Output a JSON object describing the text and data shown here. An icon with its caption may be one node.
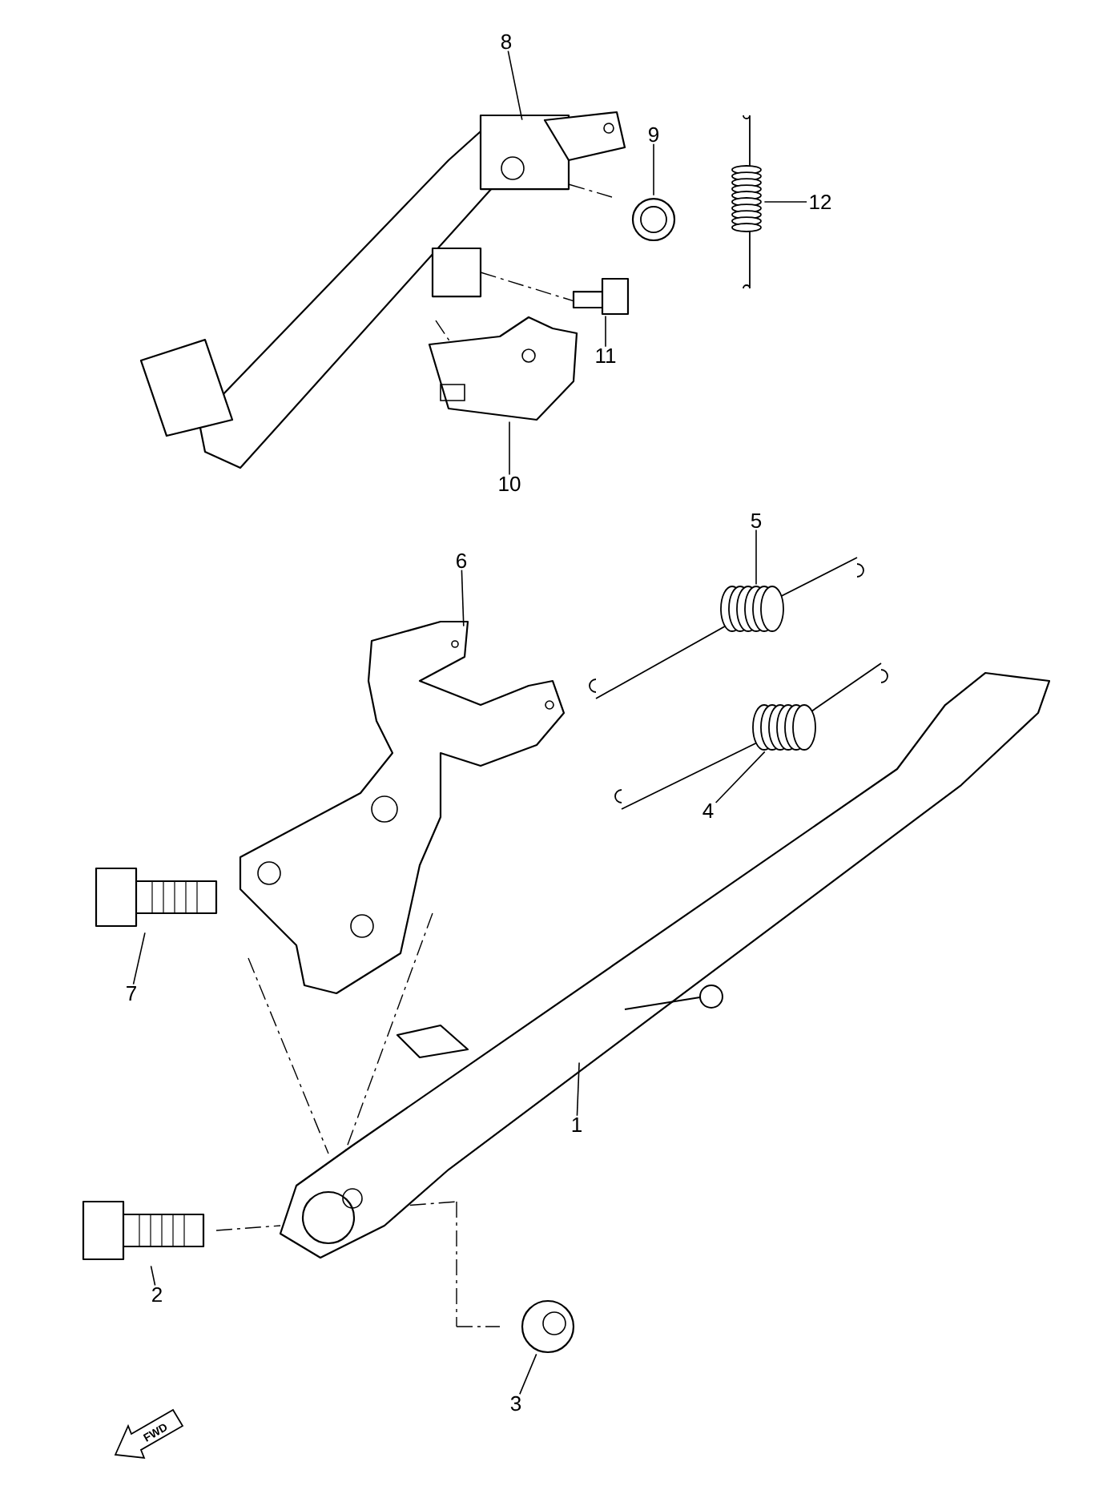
{
  "diagram": {
    "nodes": [
      {
        "text": [
          "8"
        ]
      },
      {
        "text": [],
        "shape": "picture"
      },
      {
        "text": [
          "9"
        ]
      },
      {
        "text": [],
        "shape": "picture"
      },
      {
        "text": [
          "12"
        ]
      },
      {
        "text": [],
        "shape": "picture"
      },
      {
        "text": [
          "11"
        ]
      },
      {
        "text": [],
        "shape": "picture"
      },
      {
        "text": [
          "10"
        ]
      },
      {
        "text": [],
        "shape": "picture"
      },
      {
        "text": [
          "5"
        ]
      },
      {
        "text": [],
        "shape": "picture"
      },
      {
        "text": [
          "6"
        ]
      },
      {
        "text": [],
        "shape": "picture"
      },
      {
        "text": [
          "4"
        ]
      },
      {
        "text": [],
        "shape": "picture"
      },
      {
        "text": [
          "7"
        ]
      },
      {
        "text": [],
        "shape": "picture"
      },
      {
        "text": [
          "1"
        ]
      },
      {
        "text": [],
        "shape": "picture"
      },
      {
        "text": [
          "2"
        ]
      },
      {
        "text": [],
        "shape": "picture"
      },
      {
        "text": [
          "3"
        ]
      },
      {
        "text": [],
        "shape": "picture"
      }
    ],
    "edges": [
      {
        "from": 0,
        "to": 1,
        "arrow": "none"
      },
      {
        "from": 2,
        "to": 3,
        "arrow": "none"
      },
      {
        "from": 4,
        "to": 5,
        "arrow": "none"
      },
      {
        "from": 6,
        "to": 7,
        "arrow": "none"
      },
      {
        "from": 8,
        "to": 9,
        "arrow": "none"
      },
      {
        "from": 10,
        "to": 11,
        "arrow": "none"
      },
      {
        "from": 12,
        "to": 13,
        "arrow": "none"
      },
      {
        "from": 14,
        "to": 15,
        "arrow": "none"
      },
      {
        "from": 16,
        "to": 17,
        "arrow": "none"
      },
      {
        "from": 18,
        "to": 19,
        "arrow": "none"
      },
      {
        "from": 20,
        "to": 21,
        "arrow": "none"
      },
      {
        "from": 22,
        "to": 23,
        "arrow": "none"
      }
    ],
    "labels": [
      "FWD"
    ]
  }
}
